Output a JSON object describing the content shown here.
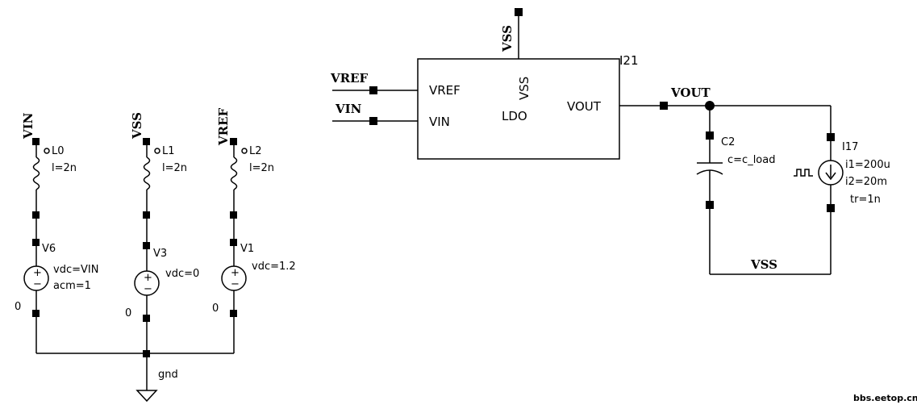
{
  "nets": {
    "vin": "VIN",
    "vss": "VSS",
    "vref": "VREF",
    "vss_top": "VSS",
    "vref_in": "VREF",
    "vin_in": "VIN",
    "vout": "VOUT",
    "vss_bottom": "VSS"
  },
  "inductors": [
    {
      "name": "L0",
      "value": "l=2n"
    },
    {
      "name": "L1",
      "value": "l=2n"
    },
    {
      "name": "L2",
      "value": "l=2n"
    }
  ],
  "sources": [
    {
      "name": "V6",
      "value": "vdc=VIN",
      "value2": "acm=1",
      "node": "0"
    },
    {
      "name": "V3",
      "value": "vdc=0",
      "node": "0"
    },
    {
      "name": "V1",
      "value": "vdc=1.2",
      "node": "0"
    }
  ],
  "ground_label": "gnd",
  "ldo": {
    "instance": "I21",
    "name": "LDO",
    "pin_vref": "VREF",
    "pin_vin": "VIN",
    "pin_vss": "VSS",
    "pin_vout": "VOUT"
  },
  "capacitor": {
    "name": "C2",
    "value": "c=c_load"
  },
  "current_source": {
    "name": "I17",
    "i1": "i1=200u",
    "i2": "i2=20m",
    "tr": "tr=1n"
  },
  "watermark": "bbs.eetop.cn"
}
